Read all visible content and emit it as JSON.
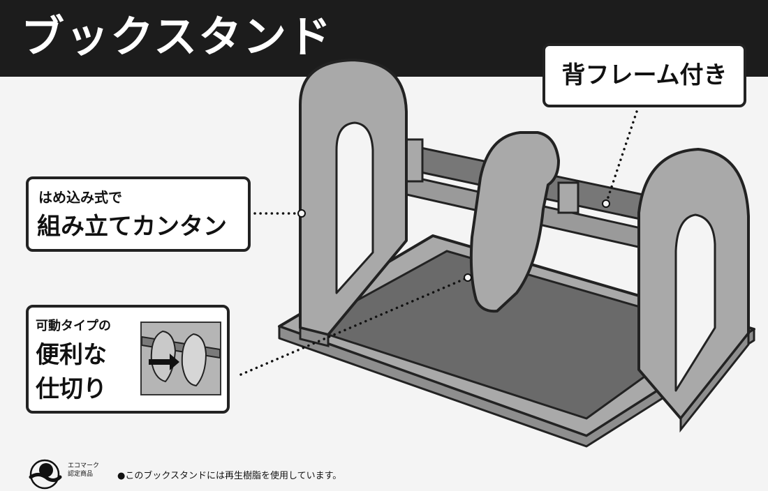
{
  "header": {
    "title": "ブックスタンド"
  },
  "callouts": {
    "frame": {
      "text": "背フレーム付き"
    },
    "assembly": {
      "small": "はめ込み式で",
      "big": "組み立てカンタン"
    },
    "divider": {
      "small": "可動タイプの",
      "big_line1": "便利な",
      "big_line2": "仕切り"
    }
  },
  "eco": {
    "label_line1": "エコマーク",
    "label_line2": "認定商品"
  },
  "footer": {
    "note": "●このブックスタンドには再生樹脂を使用しています。"
  },
  "colors": {
    "header_bg": "#1c1c1c",
    "background": "#f4f4f4",
    "panel_gray": "#a9a9a9",
    "base_dark": "#6a6a6a",
    "rail_dark": "#777777",
    "outline": "#222222"
  }
}
